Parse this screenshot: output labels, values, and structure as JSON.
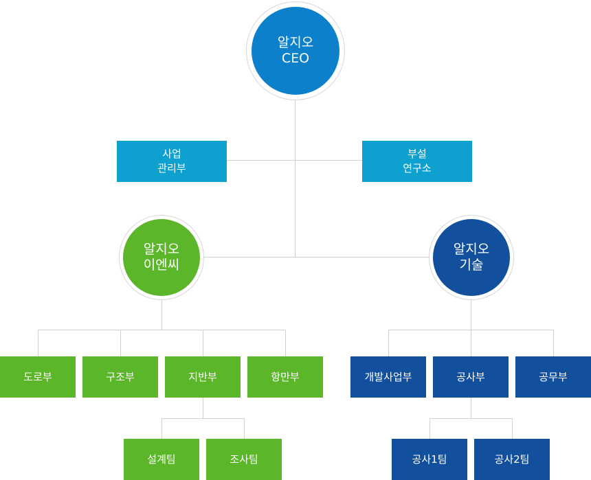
{
  "colors": {
    "ceo_blue": "#0d80cc",
    "staff_cyan": "#0ea1d0",
    "green": "#5bb62a",
    "navy": "#12509e",
    "line": "#cfcfcf"
  },
  "org": {
    "ceo": "알지오\nCEO",
    "staff_left": "사업\n관리부",
    "staff_right": "부설\n연구소",
    "sub_left": "알지오\n이엔씨",
    "sub_right": "알지오\n기술",
    "left_depts": [
      "도로부",
      "구조부",
      "지반부",
      "항만부"
    ],
    "left_teams": [
      "설계팀",
      "조사팀"
    ],
    "right_depts": [
      "개발사업부",
      "공사부",
      "공무부"
    ],
    "right_teams": [
      "공사1팀",
      "공사2팀"
    ]
  }
}
